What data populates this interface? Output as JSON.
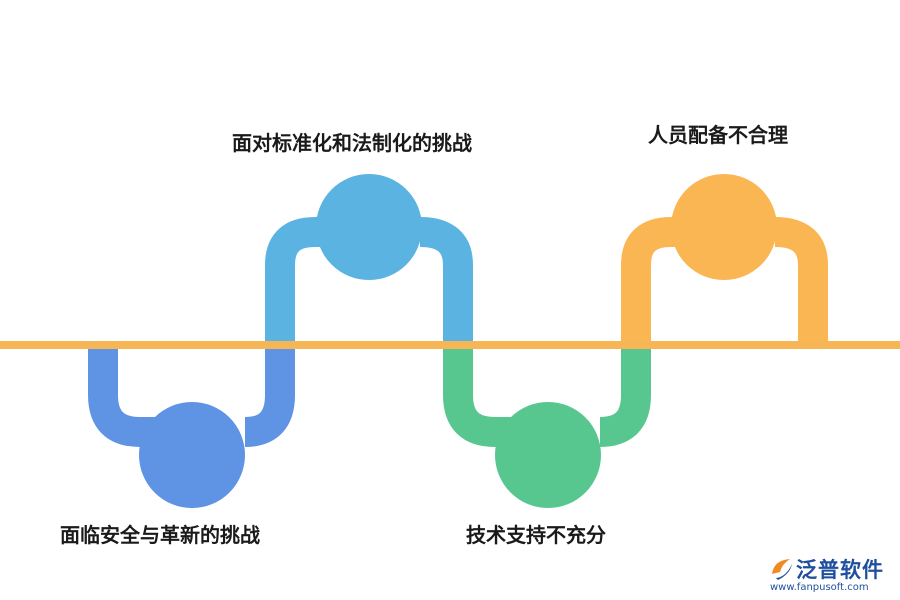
{
  "diagram": {
    "colors": {
      "line": "#f7b656",
      "step1": "#5f93e3",
      "step2": "#5bb3e2",
      "step3": "#57c78f",
      "step4": "#fbb654"
    },
    "steps": [
      {
        "label": "面临安全与革新的挑战",
        "position": "below"
      },
      {
        "label": "面对标准化和法制化的挑战",
        "position": "above"
      },
      {
        "label": "技术支持不充分",
        "position": "below"
      },
      {
        "label": "人员配备不合理",
        "position": "above"
      }
    ]
  },
  "watermark": {
    "name": "泛普软件",
    "url": "www.fanpusoft.com",
    "icon": "fanpu-logo-icon"
  }
}
